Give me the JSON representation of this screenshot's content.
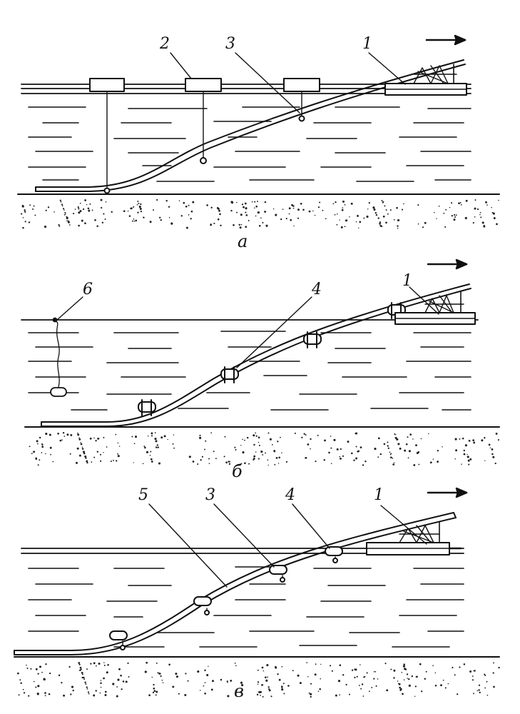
{
  "panels": [
    {
      "caption": "а",
      "labels": {
        "vessel": "1",
        "float": "2",
        "connector": "3"
      }
    },
    {
      "caption": "б",
      "labels": {
        "vessel": "1",
        "pontoon": "4",
        "marker_buoy": "6"
      }
    },
    {
      "caption": "в",
      "labels": {
        "vessel": "1",
        "connector": "3",
        "pontoon": "4",
        "cable": "5"
      }
    }
  ]
}
